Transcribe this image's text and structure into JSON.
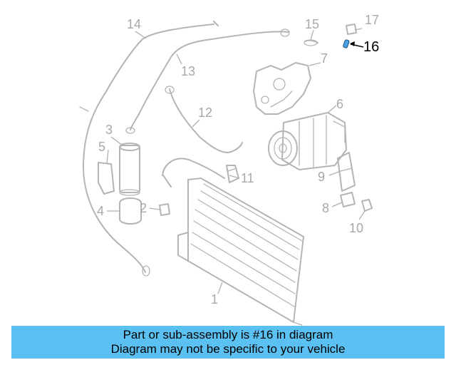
{
  "banner": {
    "background": "#5bc0f2",
    "line1": "Part or sub-assembly is #16 in diagram",
    "line2": "Diagram may not be specific to your vehicle"
  },
  "highlight_color": "#4a9fe0",
  "callouts": {
    "c1": "1",
    "c2": "2",
    "c3": "3",
    "c4": "4",
    "c5": "5",
    "c6": "6",
    "c7": "7",
    "c8": "8",
    "c9": "9",
    "c10": "10",
    "c11": "11",
    "c12": "12",
    "c13": "13",
    "c14": "14",
    "c15": "15",
    "c16": "16",
    "c17": "17"
  }
}
